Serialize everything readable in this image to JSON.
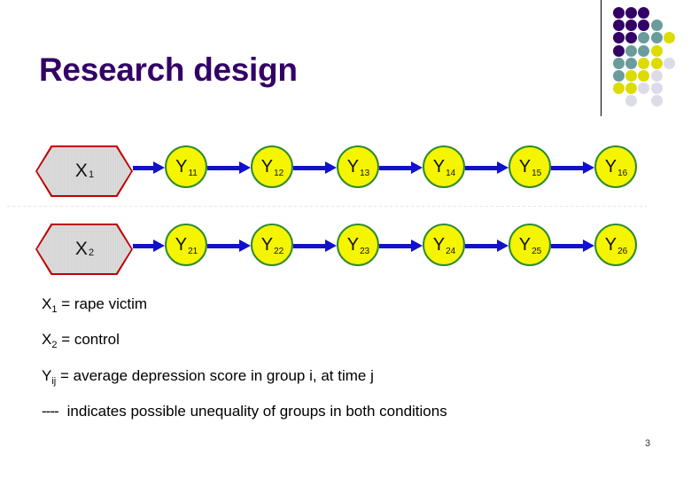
{
  "slide": {
    "title": "Research design",
    "number": "3"
  },
  "decor": {
    "colors": {
      "purple": "#330066",
      "teal": "#6B9C9C",
      "yellow": "#DCDC00",
      "lavender": "#DCDCE8"
    },
    "dots": [
      {
        "row": 0,
        "col": 0,
        "color": "#330066"
      },
      {
        "row": 0,
        "col": 1,
        "color": "#330066"
      },
      {
        "row": 0,
        "col": 2,
        "color": "#330066"
      },
      {
        "row": 1,
        "col": 0,
        "color": "#330066"
      },
      {
        "row": 1,
        "col": 1,
        "color": "#330066"
      },
      {
        "row": 1,
        "col": 2,
        "color": "#330066"
      },
      {
        "row": 1,
        "col": 3,
        "color": "#6B9C9C"
      },
      {
        "row": 2,
        "col": 0,
        "color": "#330066"
      },
      {
        "row": 2,
        "col": 1,
        "color": "#330066"
      },
      {
        "row": 2,
        "col": 2,
        "color": "#6B9C9C"
      },
      {
        "row": 2,
        "col": 3,
        "color": "#6B9C9C"
      },
      {
        "row": 2,
        "col": 4,
        "color": "#DCDC00"
      },
      {
        "row": 3,
        "col": 0,
        "color": "#330066"
      },
      {
        "row": 3,
        "col": 1,
        "color": "#6B9C9C"
      },
      {
        "row": 3,
        "col": 2,
        "color": "#6B9C9C"
      },
      {
        "row": 3,
        "col": 3,
        "color": "#DCDC00"
      },
      {
        "row": 4,
        "col": 0,
        "color": "#6B9C9C"
      },
      {
        "row": 4,
        "col": 1,
        "color": "#6B9C9C"
      },
      {
        "row": 4,
        "col": 2,
        "color": "#DCDC00"
      },
      {
        "row": 4,
        "col": 3,
        "color": "#DCDC00"
      },
      {
        "row": 4,
        "col": 4,
        "color": "#DCDCE8"
      },
      {
        "row": 5,
        "col": 0,
        "color": "#6B9C9C"
      },
      {
        "row": 5,
        "col": 1,
        "color": "#DCDC00"
      },
      {
        "row": 5,
        "col": 2,
        "color": "#DCDC00"
      },
      {
        "row": 5,
        "col": 3,
        "color": "#DCDCE8"
      },
      {
        "row": 6,
        "col": 0,
        "color": "#DCDC00"
      },
      {
        "row": 6,
        "col": 1,
        "color": "#DCDC00"
      },
      {
        "row": 6,
        "col": 2,
        "color": "#DCDCE8"
      },
      {
        "row": 6,
        "col": 3,
        "color": "#DCDCE8"
      },
      {
        "row": 7,
        "col": 1,
        "color": "#DCDCE8"
      },
      {
        "row": 7,
        "col": 3,
        "color": "#DCDCE8"
      }
    ]
  },
  "diagram": {
    "node_colors": {
      "hexagon_border": "#C00000",
      "hexagon_fill": "#D8D8D8",
      "circle_fill": "#F5F500",
      "circle_border": "#2E8B2E",
      "arrow": "#1111CC"
    },
    "rows": [
      {
        "group_base": "X",
        "group_sub": "1",
        "nodes": [
          {
            "base": "Y",
            "sub": "11"
          },
          {
            "base": "Y",
            "sub": "12"
          },
          {
            "base": "Y",
            "sub": "13"
          },
          {
            "base": "Y",
            "sub": "14"
          },
          {
            "base": "Y",
            "sub": "15"
          },
          {
            "base": "Y",
            "sub": "16"
          }
        ]
      },
      {
        "group_base": "X",
        "group_sub": "2",
        "nodes": [
          {
            "base": "Y",
            "sub": "21"
          },
          {
            "base": "Y",
            "sub": "22"
          },
          {
            "base": "Y",
            "sub": "23"
          },
          {
            "base": "Y",
            "sub": "24"
          },
          {
            "base": "Y",
            "sub": "25"
          },
          {
            "base": "Y",
            "sub": "26"
          }
        ]
      }
    ]
  },
  "legend": [
    {
      "prefix": "X",
      "sub": "1",
      "text": " = rape victim"
    },
    {
      "prefix": "X",
      "sub": "2",
      "text": " = control"
    },
    {
      "prefix": "Y",
      "sub": "ij",
      "text": " = average depression score in group i, at time  j"
    },
    {
      "dashes": "----",
      "text": "indicates possible unequality of groups in both conditions"
    }
  ]
}
